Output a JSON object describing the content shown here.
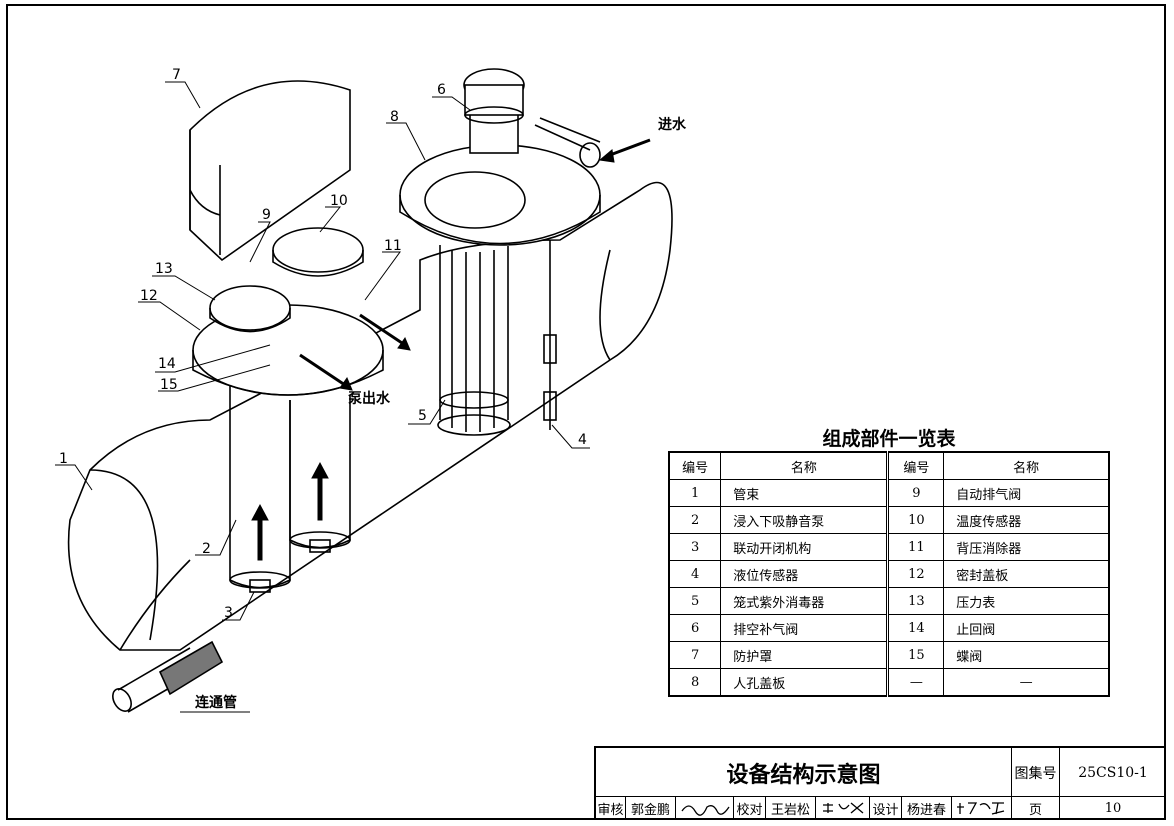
{
  "callouts": {
    "c1": "1",
    "c2": "2",
    "c3": "3",
    "c4": "4",
    "c5": "5",
    "c6": "6",
    "c7": "7",
    "c8": "8",
    "c9": "9",
    "c10": "10",
    "c11": "11",
    "c12": "12",
    "c13": "13",
    "c14": "14",
    "c15": "15"
  },
  "flow_labels": {
    "inlet": "进水",
    "pump_outlet": "泵出水",
    "connecting_pipe": "连通管"
  },
  "parts_table": {
    "title": "组成部件一览表",
    "headers": [
      "编号",
      "名称",
      "编号",
      "名称"
    ],
    "rows": [
      [
        "1",
        "管束",
        "9",
        "自动排气阀"
      ],
      [
        "2",
        "浸入下吸静音泵",
        "10",
        "温度传感器"
      ],
      [
        "3",
        "联动开闭机构",
        "11",
        "背压消除器"
      ],
      [
        "4",
        "液位传感器",
        "12",
        "密封盖板"
      ],
      [
        "5",
        "笼式紫外消毒器",
        "13",
        "压力表"
      ],
      [
        "6",
        "排空补气阀",
        "14",
        "止回阀"
      ],
      [
        "7",
        "防护罩",
        "15",
        "蝶阀"
      ],
      [
        "8",
        "人孔盖板",
        "—",
        "—"
      ]
    ]
  },
  "title_block": {
    "drawing_title": "设备结构示意图",
    "atlas_no_label": "图集号",
    "atlas_no": "25CS10-1",
    "review_label": "审核",
    "reviewer": "郭金鹏",
    "check_label": "校对",
    "checker": "王岩松",
    "design_label": "设计",
    "designer": "杨进春",
    "page_label": "页",
    "page_no": "10"
  }
}
